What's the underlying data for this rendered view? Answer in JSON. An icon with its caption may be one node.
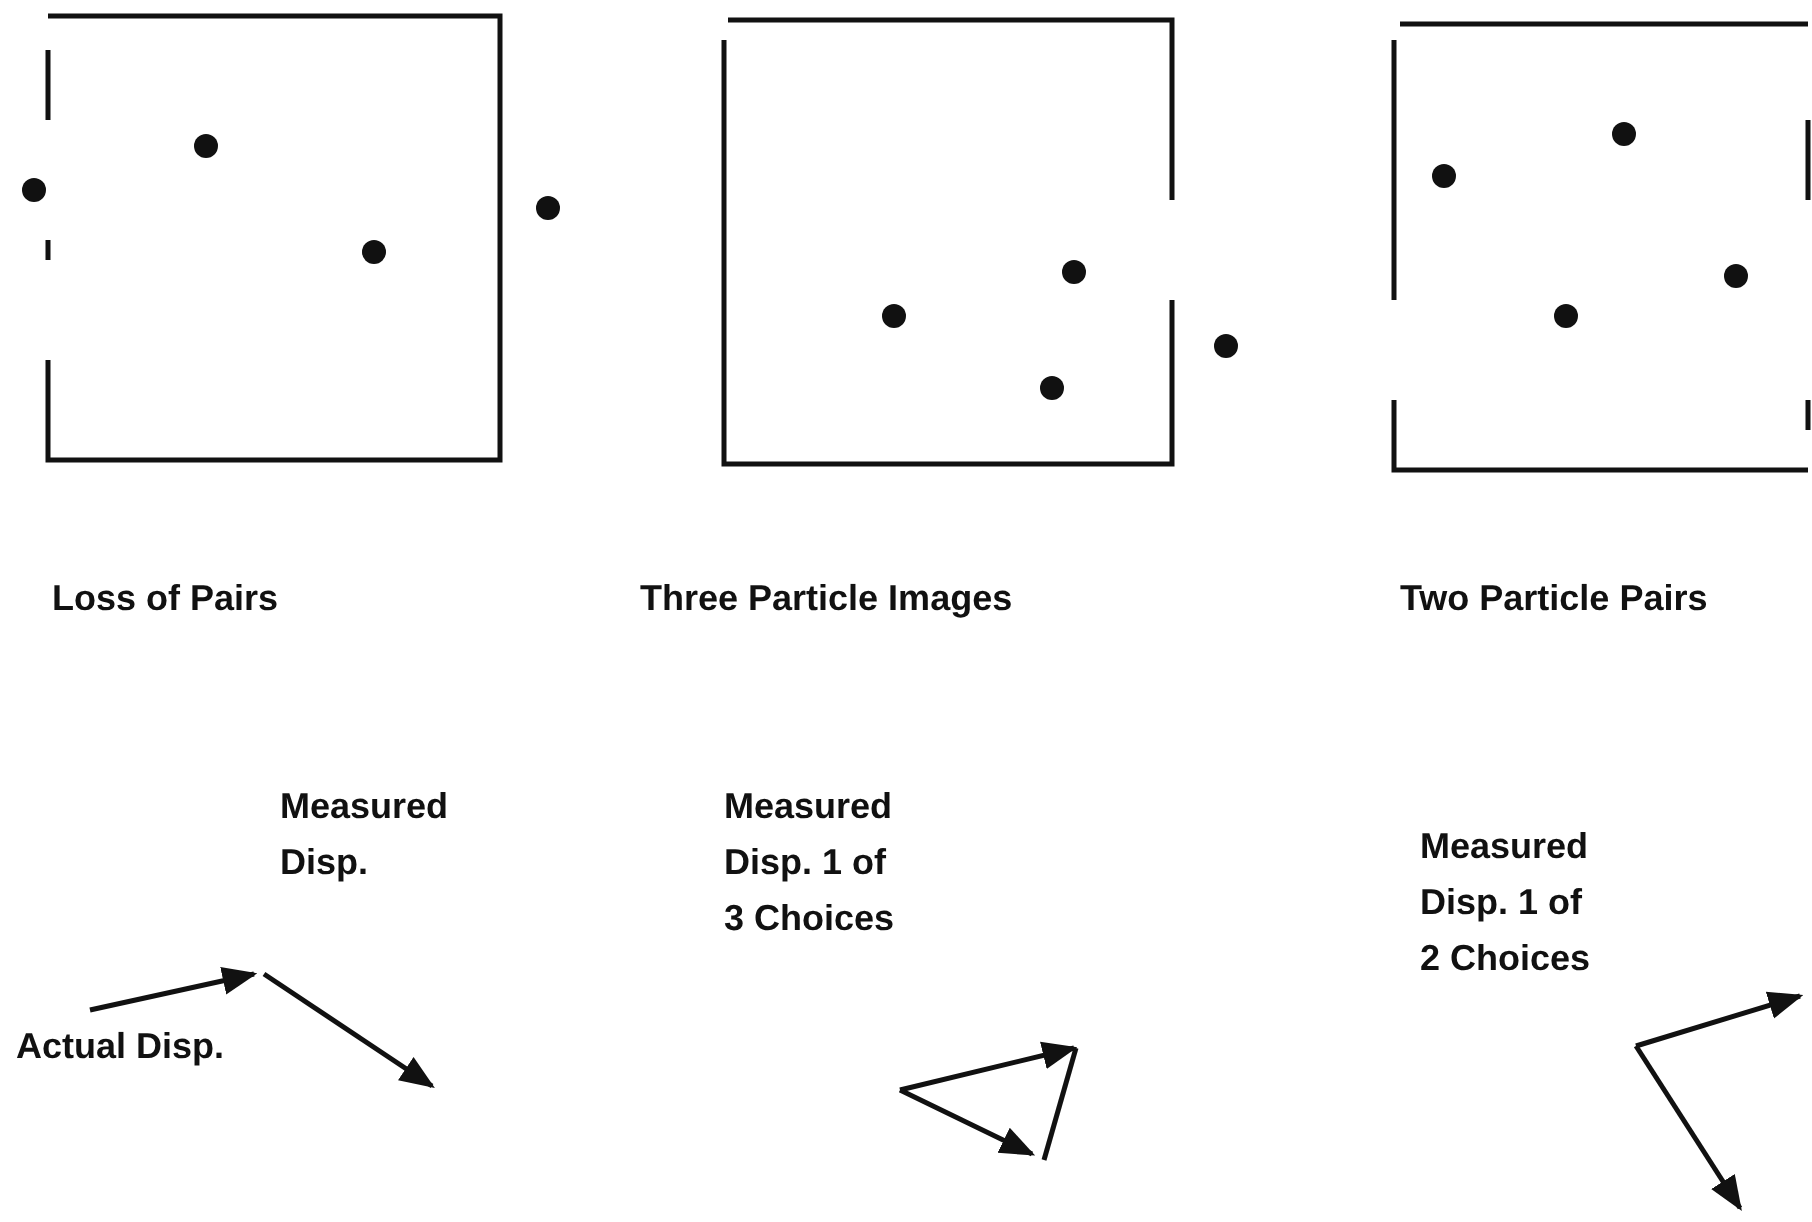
{
  "diagram": {
    "labels": [
      "Loss of Pairs",
      "Three Particle Images",
      "Two Particle Pairs",
      "Measured Disp.",
      "Measured Disp. 1 of 3 Choices",
      "Measured Disp. 1 of 2 Choices",
      "Actual Disp."
    ]
  }
}
